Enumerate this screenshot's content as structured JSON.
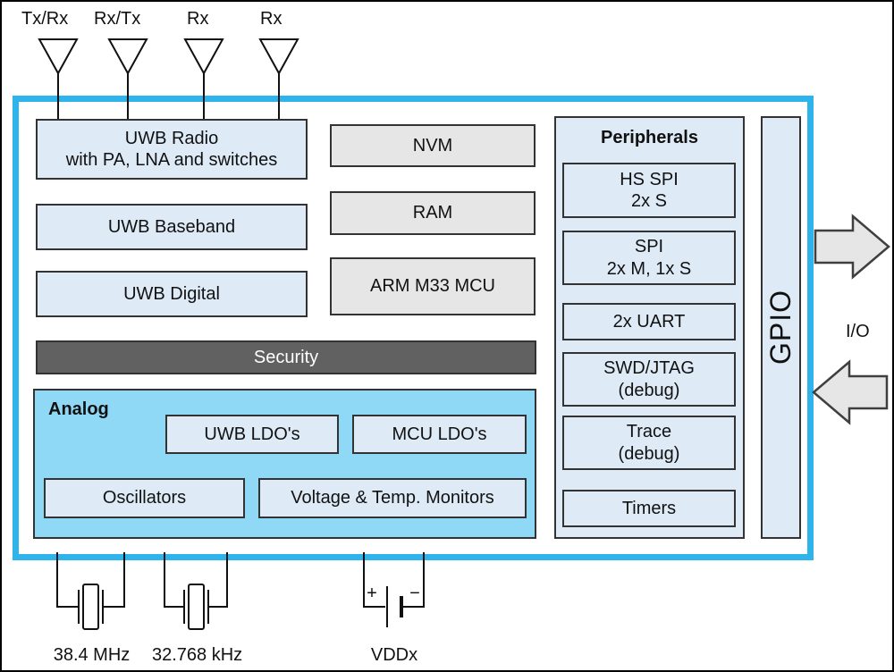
{
  "colors": {
    "chip_border": "#2EB4EA",
    "light_blue": "#DEEBF7",
    "gray_fill": "#E7E6E6",
    "dark_fill": "#616161",
    "analog_fill": "#8FD9F6"
  },
  "antennas": [
    {
      "label": "Tx/Rx"
    },
    {
      "label": "Rx/Tx"
    },
    {
      "label": "Rx"
    },
    {
      "label": "Rx"
    }
  ],
  "blocks": {
    "uwb_radio": {
      "lines": [
        "UWB Radio",
        "with PA, LNA and switches"
      ]
    },
    "uwb_baseband": {
      "label": "UWB Baseband"
    },
    "uwb_digital": {
      "label": "UWB Digital"
    },
    "security": {
      "label": "Security"
    },
    "nvm": {
      "label": "NVM"
    },
    "ram": {
      "label": "RAM"
    },
    "mcu": {
      "label": "ARM M33 MCU"
    }
  },
  "analog": {
    "title": "Analog",
    "uwb_ldos": {
      "label": "UWB LDO's"
    },
    "mcu_ldos": {
      "label": "MCU LDO's"
    },
    "oscillators": {
      "label": "Oscillators"
    },
    "monitors": {
      "label": "Voltage & Temp. Monitors"
    }
  },
  "peripherals": {
    "title": "Peripherals",
    "items": [
      {
        "lines": [
          "HS SPI",
          "2x S"
        ]
      },
      {
        "lines": [
          "SPI",
          "2x M, 1x S"
        ]
      },
      {
        "lines": [
          "2x UART"
        ]
      },
      {
        "lines": [
          "SWD/JTAG",
          "(debug)"
        ]
      },
      {
        "lines": [
          "Trace",
          "(debug)"
        ]
      },
      {
        "lines": [
          "Timers"
        ]
      }
    ]
  },
  "gpio": {
    "label": "GPIO"
  },
  "io": {
    "label": "I/O"
  },
  "clocks": [
    {
      "label": "38.4 MHz"
    },
    {
      "label": "32.768 kHz"
    }
  ],
  "power": {
    "label": "VDDx",
    "plus": "+",
    "minus": "−"
  }
}
